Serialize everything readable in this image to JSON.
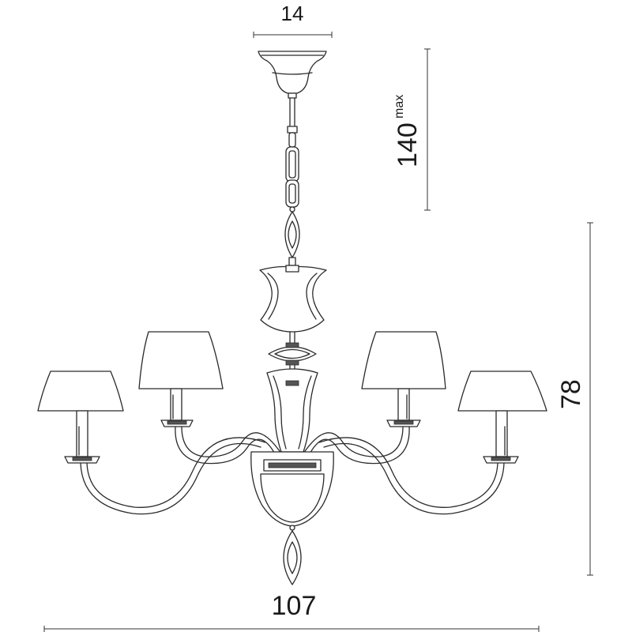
{
  "dimensions": {
    "canopy_width": "14",
    "suspension_height": "140",
    "suspension_suffix": "max",
    "body_height": "78",
    "total_width": "107"
  },
  "colors": {
    "line": "#2a2a2a",
    "background": "#ffffff"
  }
}
